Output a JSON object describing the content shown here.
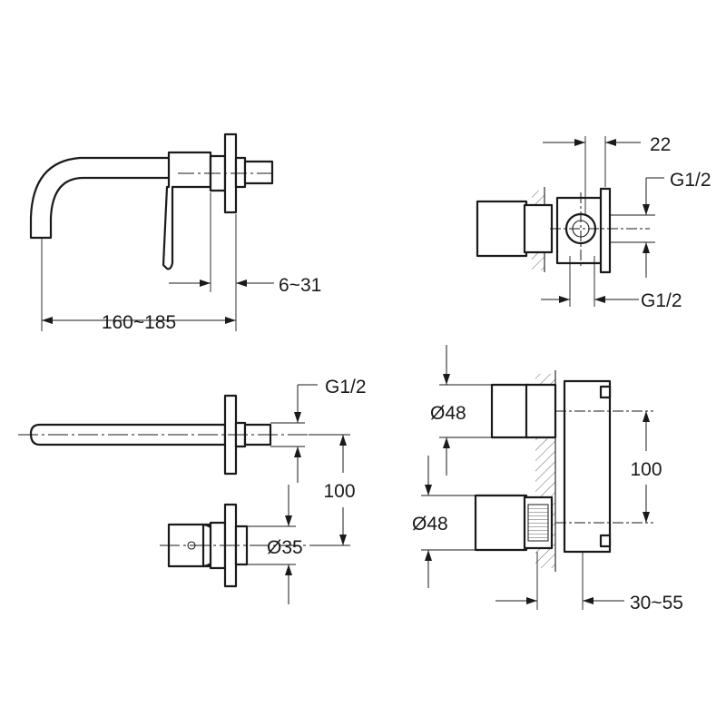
{
  "labels": {
    "spout_length": "160~185",
    "wall_range": "6~31",
    "valve_depth": "22",
    "valve_thread_top": "G1/2",
    "valve_thread_bottom": "G1/2",
    "spout_thread": "G1/2",
    "front_spacing": "100",
    "handle_diameter": "Ø35",
    "box_top_diameter": "Ø48",
    "box_bottom_diameter": "Ø48",
    "box_spacing": "100",
    "box_depth_range": "30~55"
  },
  "colors": {
    "line": "#1a1a1a",
    "background": "#ffffff"
  }
}
